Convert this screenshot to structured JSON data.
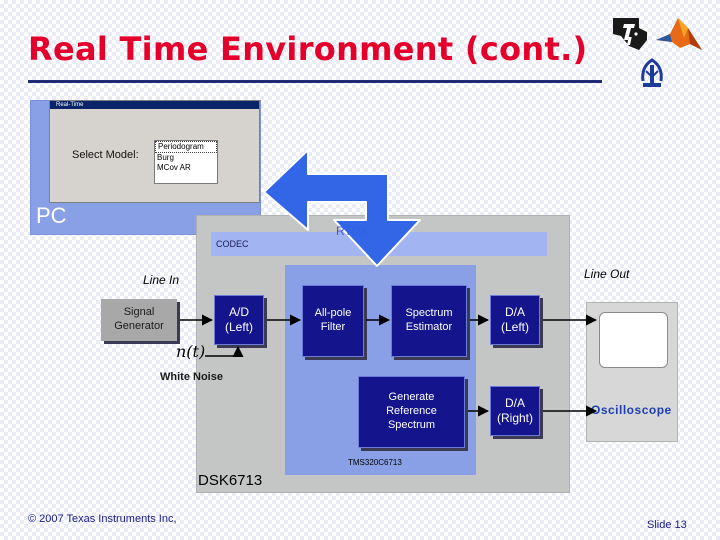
{
  "title": "Real Time Environment (cont.)",
  "pc": {
    "label": "PC",
    "window_title": "Real-Time",
    "select_label": "Select Model:",
    "models": [
      "Periodogram",
      "Burg",
      "MCov AR"
    ],
    "selected_index": 0
  },
  "rtdx_label": "RTDX",
  "codec_label": "CODEC",
  "line_in_label": "Line In",
  "line_out_label": "Line Out",
  "signal_generator": [
    "Signal",
    "Generator"
  ],
  "ad": [
    "A/D",
    "(Left)"
  ],
  "noise_symbol": "n(t)",
  "white_noise_label": "White Noise",
  "all_pole_filter": [
    "All-pole",
    "Filter"
  ],
  "spectrum_estimator": [
    "Spectrum",
    "Estimator"
  ],
  "generate_reference": [
    "Generate",
    "Reference",
    "Spectrum"
  ],
  "da_left": [
    "D/A",
    "(Left)"
  ],
  "da_right": [
    "D/A",
    "(Right)"
  ],
  "chip_label": "TMS320C6713",
  "board_label": "DSK6713",
  "oscilloscope_label": "Oscilloscope",
  "footer": {
    "copyright": "© 2007 Texas Instruments Inc,",
    "slide": "Slide 13"
  },
  "colors": {
    "title": "#e4002b",
    "block": "#14148c",
    "panel": "#8aa0e6",
    "board": "#c4c6c6",
    "rtdx_arrow": "#3366e6",
    "footer_text": "#1a1a8c"
  },
  "icons": [
    "texas-instruments-logo-icon",
    "matlab-logo-icon",
    "university-emblem-icon"
  ]
}
